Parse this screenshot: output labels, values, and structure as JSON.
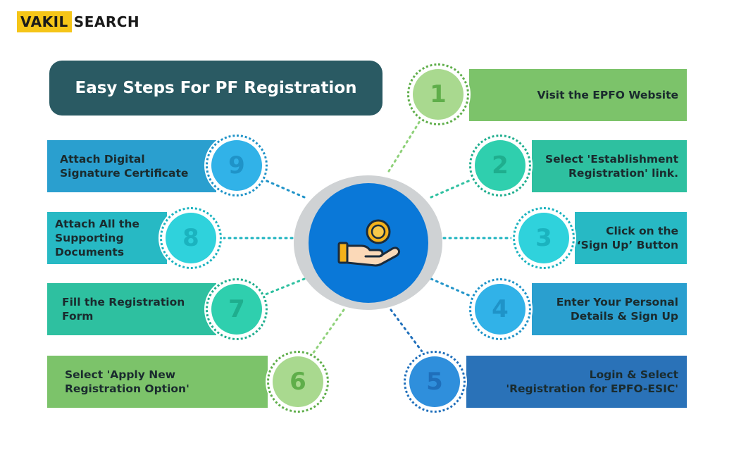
{
  "logo": {
    "part1": "VAKIL",
    "part2": "SEARCH"
  },
  "title": "Easy Steps For PF Registration",
  "hub_icon": "hand-coin-icon",
  "steps": [
    {
      "num": "1",
      "text": "Visit the EPFO Website",
      "bar_color": "#7cc36a",
      "ring_color": "#a9d98f",
      "num_color": "#5fae4a"
    },
    {
      "num": "2",
      "text": "Select 'Establishment\nRegistration' link.",
      "bar_color": "#2ec0a0",
      "ring_color": "#2fcfae",
      "num_color": "#1fae8e"
    },
    {
      "num": "3",
      "text": "Click on the\n‘Sign Up’ Button",
      "bar_color": "#27b9c4",
      "ring_color": "#2fd2dc",
      "num_color": "#1bb3bf"
    },
    {
      "num": "4",
      "text": "Enter Your Personal\nDetails & Sign Up",
      "bar_color": "#2a9fcf",
      "ring_color": "#31b2e8",
      "num_color": "#1f93c8"
    },
    {
      "num": "5",
      "text": "Login & Select\n'Registration for EPFO-ESIC'",
      "bar_color": "#2a72b8",
      "ring_color": "#2f8fdc",
      "num_color": "#1f6fbb"
    },
    {
      "num": "6",
      "text": "Select 'Apply New\nRegistration Option'",
      "bar_color": "#7cc36a",
      "ring_color": "#a9d98f",
      "num_color": "#5fae4a"
    },
    {
      "num": "7",
      "text": "Fill the Registration\nForm",
      "bar_color": "#2ec0a0",
      "ring_color": "#2fcfae",
      "num_color": "#1fae8e"
    },
    {
      "num": "8",
      "text": "Attach All the\nSupporting\nDocuments",
      "bar_color": "#27b9c4",
      "ring_color": "#2fd2dc",
      "num_color": "#1bb3bf"
    },
    {
      "num": "9",
      "text": "Attach Digital\nSignature Certificate",
      "bar_color": "#2a9fcf",
      "ring_color": "#31b2e8",
      "num_color": "#1f93c8"
    }
  ]
}
